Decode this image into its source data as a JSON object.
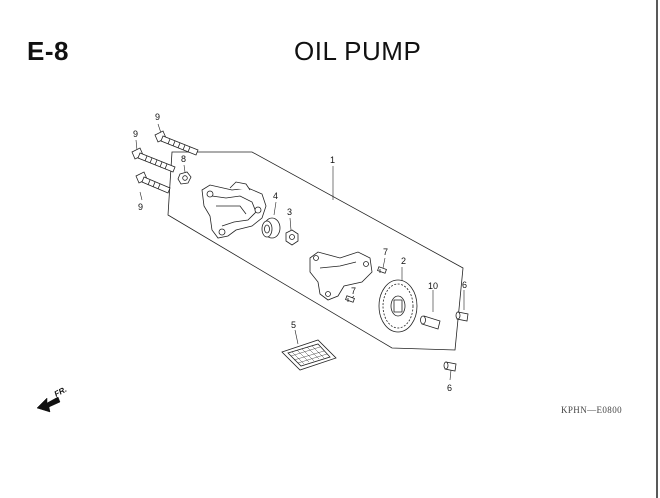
{
  "header": {
    "section_code": "E-8",
    "title": "OIL PUMP"
  },
  "footer": {
    "reference": "KPHN—E0800"
  },
  "direction_marker": {
    "label": "FR.",
    "icon": "front-direction-arrow-icon"
  },
  "callouts": [
    {
      "id": "callout-1",
      "label": "1",
      "part": "oil-pump-assembly"
    },
    {
      "id": "callout-2",
      "label": "2",
      "part": "oil-pump-driven-sprocket"
    },
    {
      "id": "callout-3",
      "label": "3",
      "part": "pump-inner-rotor"
    },
    {
      "id": "callout-4",
      "label": "4",
      "part": "pump-outer-rotor"
    },
    {
      "id": "callout-5",
      "label": "5",
      "part": "oil-strainer-screen"
    },
    {
      "id": "callout-6a",
      "label": "6",
      "part": "dowel-pin"
    },
    {
      "id": "callout-6b",
      "label": "6",
      "part": "dowel-pin"
    },
    {
      "id": "callout-7a",
      "label": "7",
      "part": "screw"
    },
    {
      "id": "callout-7b",
      "label": "7",
      "part": "screw"
    },
    {
      "id": "callout-8",
      "label": "8",
      "part": "nut"
    },
    {
      "id": "callout-9a",
      "label": "9",
      "part": "flange-bolt"
    },
    {
      "id": "callout-9b",
      "label": "9",
      "part": "flange-bolt"
    },
    {
      "id": "callout-9c",
      "label": "9",
      "part": "flange-bolt"
    },
    {
      "id": "callout-10",
      "label": "10",
      "part": "pump-shaft"
    }
  ]
}
